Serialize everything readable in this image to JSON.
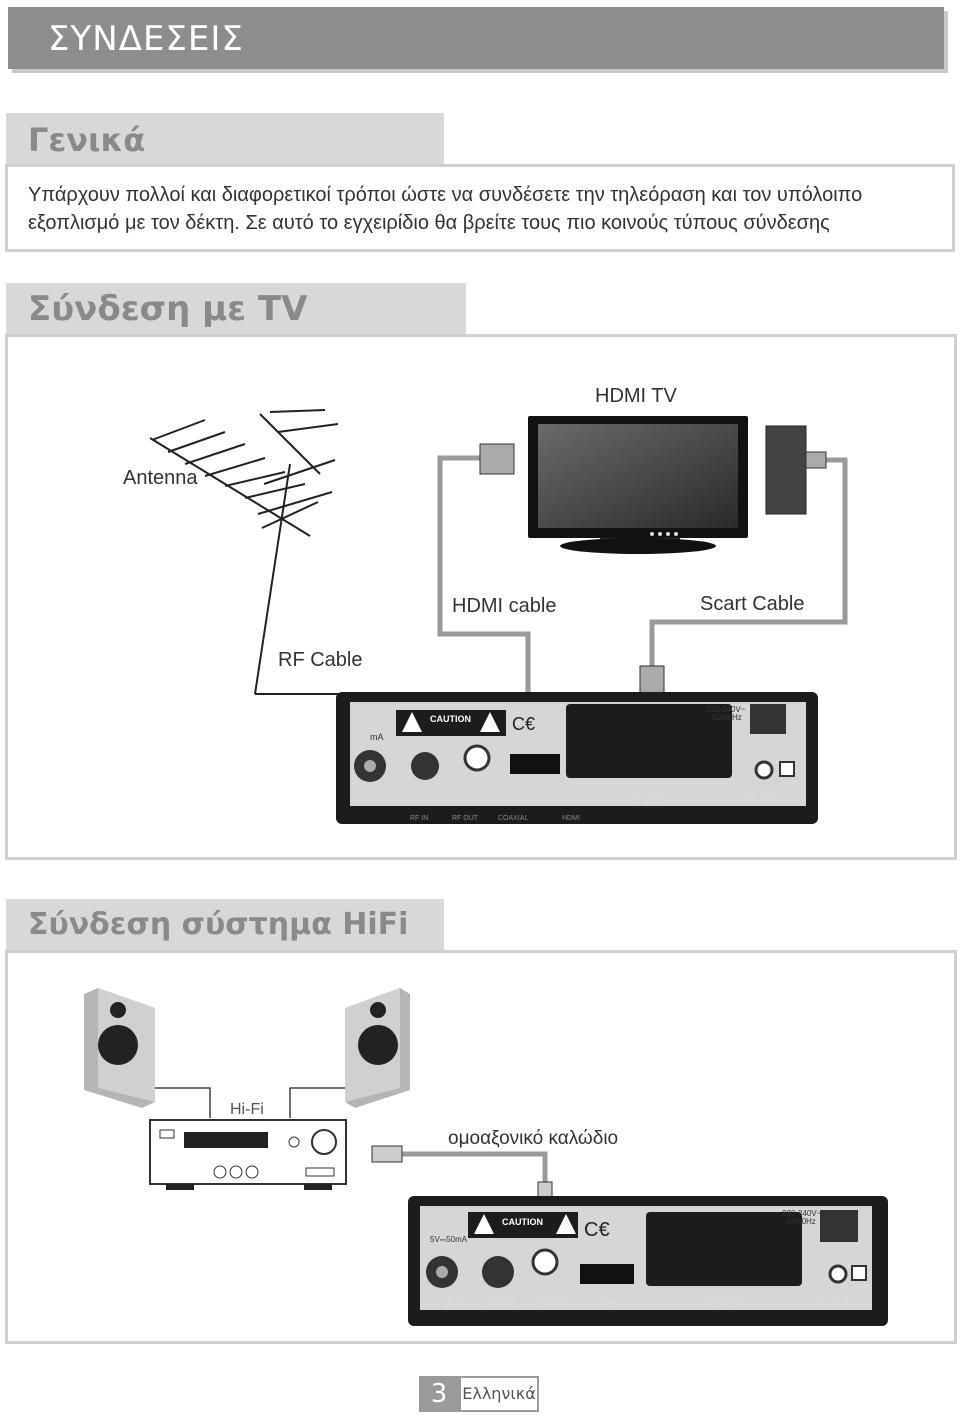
{
  "header": {
    "title": "ΣΥΝΔΕΣΕΙΣ"
  },
  "general": {
    "heading": "Γενικά",
    "line1": "Υπάρχουν πολλοί και διαφορετικοί τρόποι ώστε να συνδέσετε την τηλεόραση και τον υπόλοιπο",
    "line2": "εξοπλισμό με τον δέκτη. Σε αυτό το εγχειρίδιο θα βρείτε τους πιο κοινούς τύπους σύνδεσης"
  },
  "tv_section": {
    "heading": "Σύνδεση με TV",
    "labels": {
      "hdmi_tv": "HDMI TV",
      "antenna": "Antenna",
      "hdmi_cable": "HDMI cable",
      "scart_cable": "Scart Cable",
      "rf_cable": "RF Cable"
    },
    "device": {
      "caution": "CAUTION",
      "power": "220-240V~",
      "freq": "50/60Hz",
      "tv_scart": "TV SCART",
      "rl_out": "R/L OUT",
      "rf_in": "RF IN",
      "rf_out": "RF OUT",
      "coaxial": "COAXIAL",
      "hdmi": "HDMI",
      "ma": "mA"
    }
  },
  "hifi_section": {
    "heading": "Σύνδεση σύστημα HiFi",
    "labels": {
      "hifi": "Hi-Fi",
      "coax_cable": "ομοαξονικό καλώδιο"
    },
    "device": {
      "caution": "CAUTION",
      "power": "220-240V~",
      "freq": "50/60Hz",
      "supply": "5V⎓50mA",
      "rf_in": "RF IN",
      "rf_out": "RF OUT",
      "coaxial": "COAXIAL",
      "hdmi": "HDMI",
      "tv_scart": "TV SCART",
      "rl_out": "R/L OUT"
    }
  },
  "footer": {
    "page_number": "3",
    "language": "Ελληνικά"
  },
  "colors": {
    "title_bar": "#8d8d8d",
    "section_head": "#d8d8d8",
    "cable": "#9a9a9a",
    "device": "#1c1c1c"
  }
}
